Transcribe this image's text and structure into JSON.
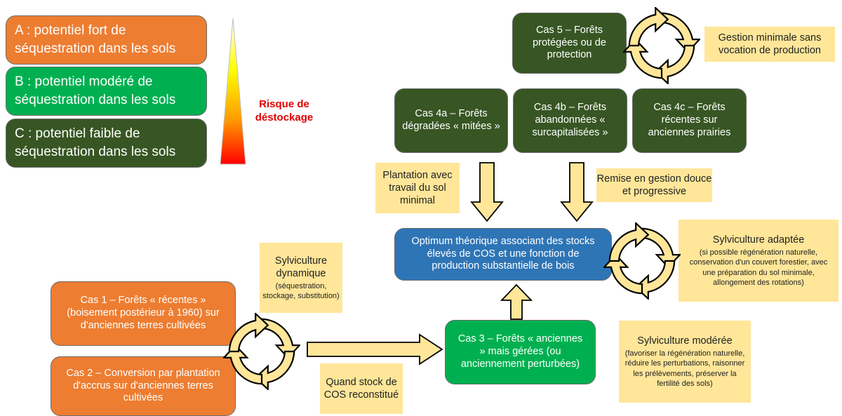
{
  "legend": {
    "a": "A : potentiel fort de séquestration dans les sols",
    "b": "B : potentiel modéré de séquestration dans les sols",
    "c": "C : potentiel faible de séquestration dans les sols",
    "risk_label": "Risque de déstockage"
  },
  "cases": {
    "cas1": "Cas 1 – Forêts « récentes » (boisement postérieur à 1960) sur d'anciennes terres cultivées",
    "cas2": "Cas 2 – Conversion par plantation d'accrus sur d'anciennes terres cultivées",
    "cas3": "Cas 3 – Forêts « anciennes » mais gérées (ou anciennement perturbées)",
    "cas4a": "Cas 4a – Forêts dégradées « mitées »",
    "cas4b": "Cas 4b – Forêts abandonnées « surcapitalisées »",
    "cas4c": "Cas 4c – Forêts récentes sur anciennes prairies",
    "cas5": "Cas 5 – Forêts protégées ou de protection"
  },
  "optimum": "Optimum théorique associant des stocks élevés de COS et une fonction de production substantielle de bois",
  "notes": {
    "gestion_minimale": "Gestion minimale sans vocation de production",
    "plantation": "Plantation avec travail du sol minimal",
    "remise": "Remise en gestion douce et progressive",
    "sylv_adaptee_title": "Sylviculture adaptée",
    "sylv_adaptee_detail": "(si possible régénération naturelle, conservation d'un couvert forestier, avec une préparation du sol minimale, allongement des rotations)",
    "sylv_dynamique_title": "Sylviculture dynamique",
    "sylv_dynamique_detail": "(séquestration, stockage, substitution)",
    "quand_stock": "Quand stock de COS reconstitué",
    "sylv_moderee_title": "Sylviculture modérée",
    "sylv_moderee_detail": "(favoriser la régénération naturelle, réduire les perturbations, raisonner les prélèvements, préserver la fertilité des sols)"
  },
  "colors": {
    "strong": "#ed7d31",
    "moderate": "#00b050",
    "weak": "#375623",
    "optimum": "#2e75b6",
    "note": "#ffe699",
    "risk": "#e00000"
  }
}
